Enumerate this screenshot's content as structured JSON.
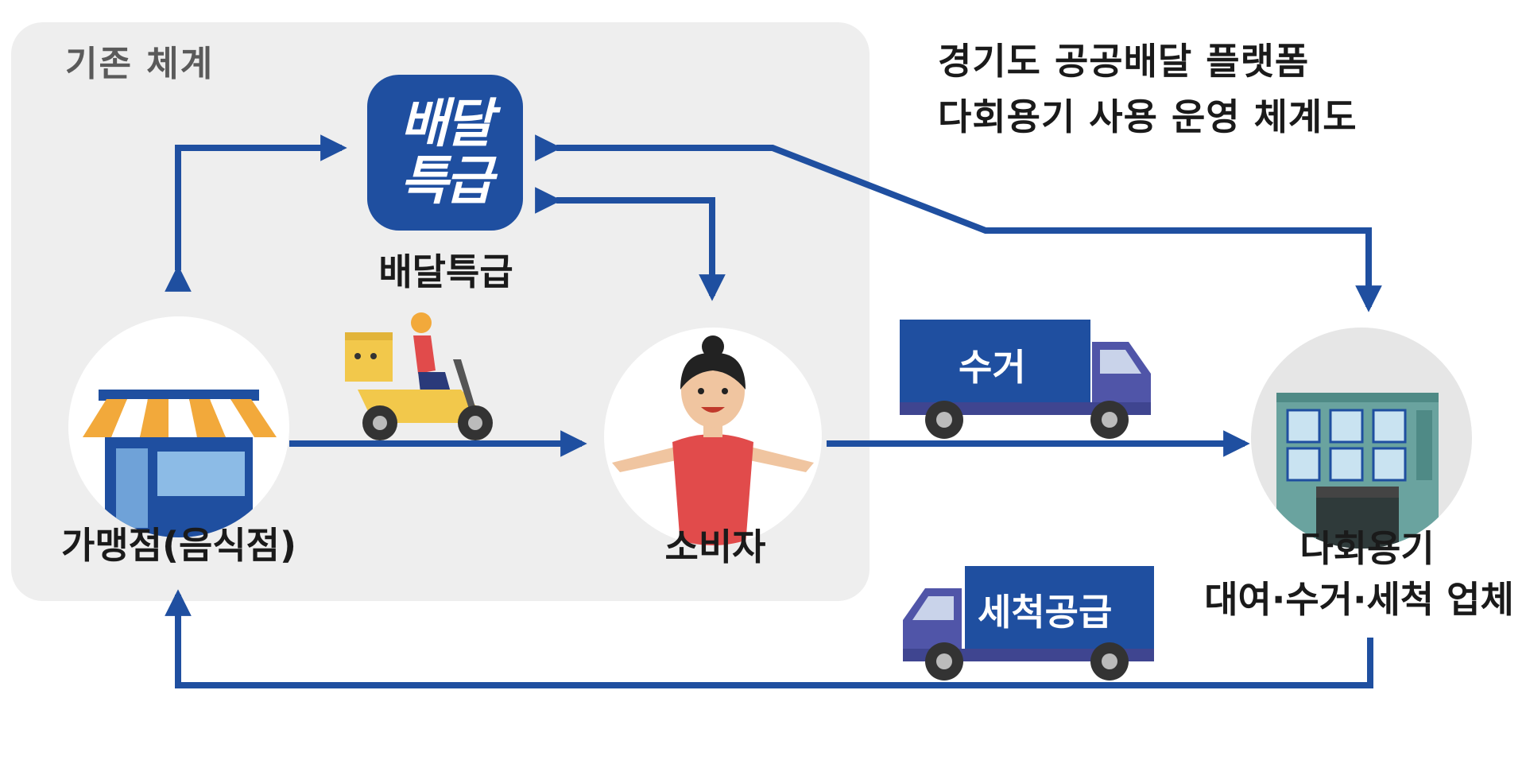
{
  "diagram": {
    "existing_system_label": "기존 체계",
    "title_line1": "경기도 공공배달 플랫폼",
    "title_line2": "다회용기 사용 운영 체계도",
    "app": {
      "icon_line1": "배달",
      "icon_line2": "특급",
      "label": "배달특급"
    },
    "store_label": "가맹점(음식점)",
    "consumer_label": "소비자",
    "vendor_line1": "다회용기",
    "vendor_line2": "대여·수거·세척 업체",
    "truck_collect_label": "수거",
    "truck_supply_label": "세척공급"
  },
  "colors": {
    "arrow": "#1f4fa0",
    "truck_body": "#1f4fa0",
    "truck_cab": "#5055a8",
    "existing_box_bg": "#eeeeee",
    "awning_orange": "#f2a93b"
  }
}
